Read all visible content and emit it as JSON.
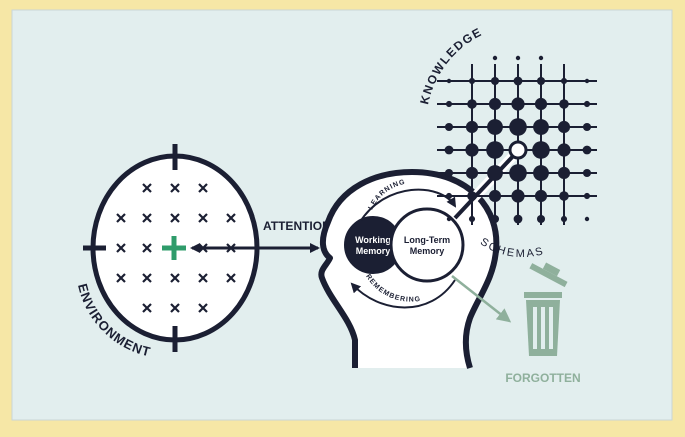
{
  "labels": {
    "environment": "ENVIRONMENT",
    "attention": "ATTENTION",
    "learning": "LEARNING",
    "remembering": "REMEMBERING",
    "working_memory_1": "Working",
    "working_memory_2": "Memory",
    "long_term_memory_1": "Long-Term",
    "long_term_memory_2": "Memory",
    "knowledge": "KNOWLEDGE",
    "schemas": "SCHEMAS",
    "forgotten": "FORGOTTEN"
  },
  "colors": {
    "frame_outer": "#f6e7a6",
    "panel": "#e2eeee",
    "ink": "#1b1f33",
    "accent_green": "#2f9c6b",
    "muted_green": "#8fb09c",
    "white": "#ffffff"
  },
  "icons": {
    "environment_marks": "x-mark",
    "focus_mark": "plus-mark",
    "trash": "trash-can-icon"
  }
}
